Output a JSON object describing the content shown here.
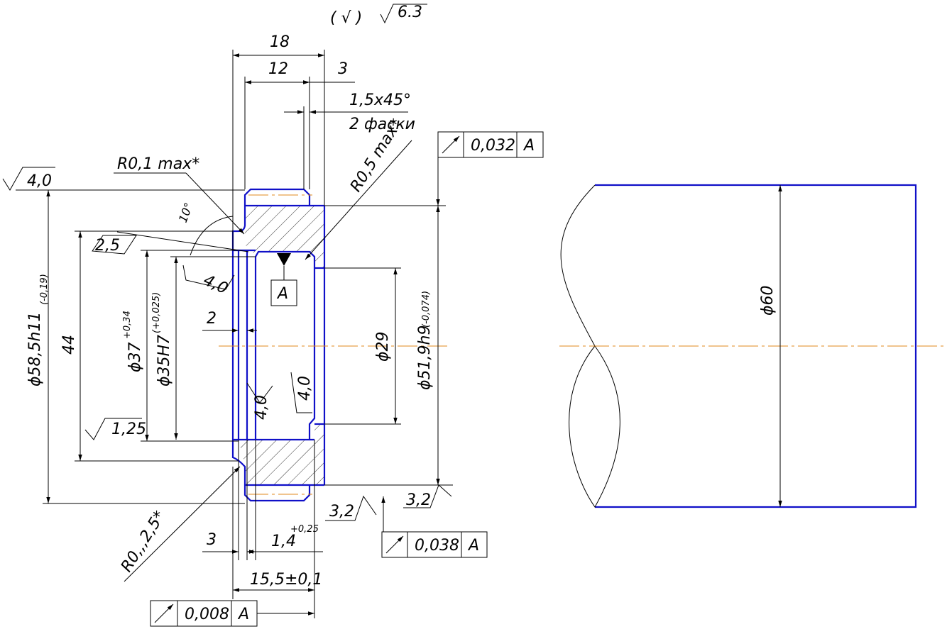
{
  "top_roughness": {
    "paren": "( √ )",
    "value": "6.3"
  },
  "dimensions": {
    "width_18": "18",
    "width_12": "12",
    "width_3_top": "3",
    "chamfer": "1,5x45°",
    "chamfer_count": "2 фаски",
    "radius_05": "R0,5 max*",
    "radius_01": "R0,1 max*",
    "angle_10": "10°",
    "dia_585": "ϕ58,5h11",
    "dia_585_tol": "(-0,19)",
    "dim_44": "44",
    "dia_37": "ϕ37",
    "dia_37_tol": "+0,34",
    "dia_35": "ϕ35H7",
    "dia_35_tol": "(+0,025)",
    "dim_2": "2",
    "dia_29": "ϕ29",
    "dia_519": "ϕ51,9h9",
    "dia_519_tol": "(-0,074)",
    "radius_25": "R0,,,2,5*",
    "dim_3_bottom": "3",
    "dim_14": "1,4",
    "dim_14_tol": "+0,25",
    "dim_155": "15,5±0,1",
    "dia_60": "ϕ60"
  },
  "roughness_marks": {
    "r_40_left": "4,0",
    "r_25": "2,5",
    "r_40_inner": "4,0",
    "r_125": "1,25",
    "r_40_bore_a": "4,0",
    "r_40_bore_b": "4,0",
    "r_32_bottom": "3,2",
    "r_32_right": "3,2"
  },
  "datum": {
    "label": "A"
  },
  "tolerance_frames": [
    {
      "value": "0,032",
      "datum": "A"
    },
    {
      "value": "0,038",
      "datum": "A"
    },
    {
      "value": "0,008",
      "datum": "A"
    }
  ],
  "colors": {
    "outline": "#1010c8",
    "axis": "#e08a1c",
    "lines": "#000000"
  }
}
